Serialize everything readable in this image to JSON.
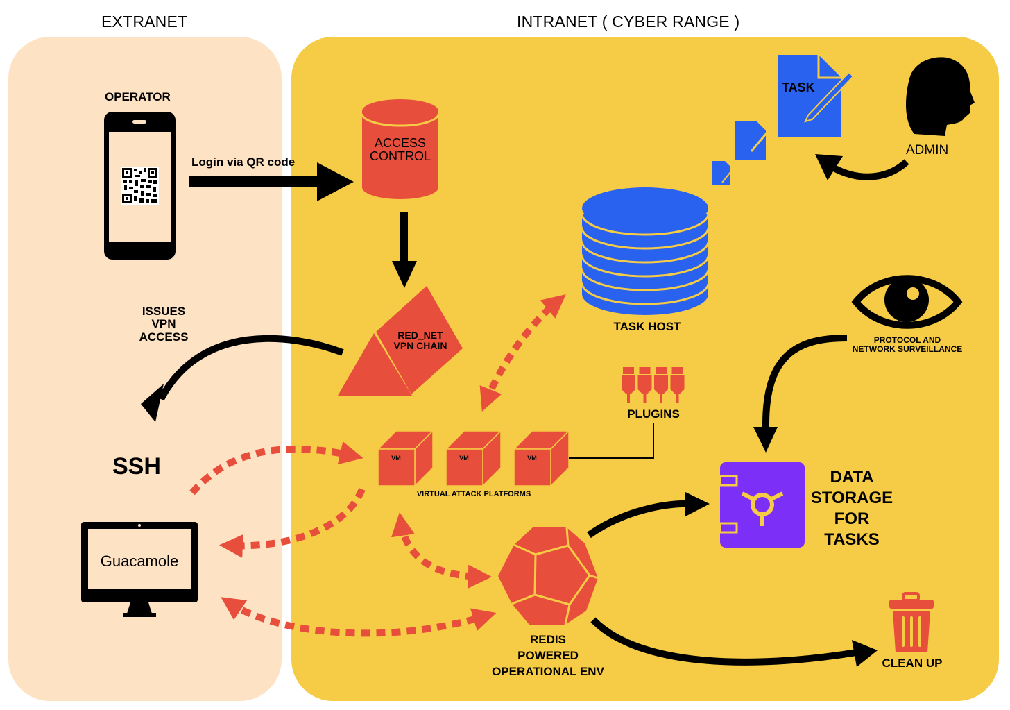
{
  "zones": {
    "extranet": {
      "title": "EXTRANET",
      "color": "#fde2c4"
    },
    "intranet": {
      "title": "INTRANET ( CYBER RANGE )",
      "color": "#f6cb45"
    }
  },
  "colors": {
    "red": "#e84e3c",
    "blue": "#2a62f0",
    "purple": "#7b2ff7",
    "black": "#000000",
    "yellow": "#f6cb45"
  },
  "nodes": {
    "operator": {
      "label": "OPERATOR",
      "icon": "smartphone-qr-icon"
    },
    "login_edge": {
      "label": "Login via QR code"
    },
    "access_control": {
      "line1": "ACCESS",
      "line2": "CONTROL",
      "icon": "database-cylinder-icon"
    },
    "red_net": {
      "line1": "RED_NET",
      "line2": "VPN CHAIN",
      "icon": "prism-icon"
    },
    "issues_vpn": {
      "line1": "ISSUES",
      "line2": "VPN",
      "line3": "ACCESS"
    },
    "ssh": {
      "label": "SSH"
    },
    "guacamole": {
      "label": "Guacamole",
      "icon": "monitor-icon"
    },
    "task_host": {
      "label": "TASK HOST",
      "icon": "stacked-database-icon"
    },
    "task": {
      "label": "TASK",
      "icon": "document-pencil-icon"
    },
    "admin": {
      "label": "ADMIN",
      "icon": "head-silhouette-icon"
    },
    "surveillance": {
      "line1": "PROTOCOL AND",
      "line2": "NETWORK SURVEILLANCE",
      "icon": "eye-icon"
    },
    "plugins": {
      "label": "PLUGINS",
      "icon": "usb-plug-icon",
      "count": 4
    },
    "vms": {
      "label": "VIRTUAL ATTACK PLATFORMS",
      "items": [
        "VM",
        "VM",
        "VM"
      ],
      "icon": "cube-icon"
    },
    "storage": {
      "line1": "DATA",
      "line2": "STORAGE",
      "line3": "FOR",
      "line4": "TASKS",
      "icon": "safe-vault-icon"
    },
    "redis": {
      "line1": "REDIS",
      "line2": "POWERED",
      "line3": "OPERATIONAL ENV",
      "icon": "dodecahedron-icon"
    },
    "cleanup": {
      "label": "CLEAN UP",
      "icon": "trash-can-icon"
    }
  },
  "edges": [
    {
      "from": "operator",
      "to": "access_control",
      "style": "solid",
      "label": "Login via QR code"
    },
    {
      "from": "access_control",
      "to": "red_net",
      "style": "solid"
    },
    {
      "from": "red_net",
      "to": "ssh",
      "style": "solid",
      "label": "ISSUES VPN ACCESS"
    },
    {
      "from": "admin",
      "to": "task",
      "style": "solid"
    },
    {
      "from": "surveillance",
      "to": "storage",
      "style": "solid"
    },
    {
      "from": "redis",
      "to": "storage",
      "style": "solid"
    },
    {
      "from": "redis",
      "to": "cleanup",
      "style": "solid"
    },
    {
      "from": "vms",
      "to": "plugins",
      "style": "line"
    },
    {
      "from": "ssh",
      "to": "vms",
      "style": "dashed"
    },
    {
      "from": "vms",
      "to": "guacamole",
      "style": "dashed"
    },
    {
      "from": "guacamole",
      "to": "redis",
      "style": "dashed-bidirectional"
    },
    {
      "from": "vms",
      "to": "redis",
      "style": "dashed-bidirectional"
    },
    {
      "from": "vms",
      "to": "task_host",
      "style": "dashed-bidirectional"
    }
  ]
}
